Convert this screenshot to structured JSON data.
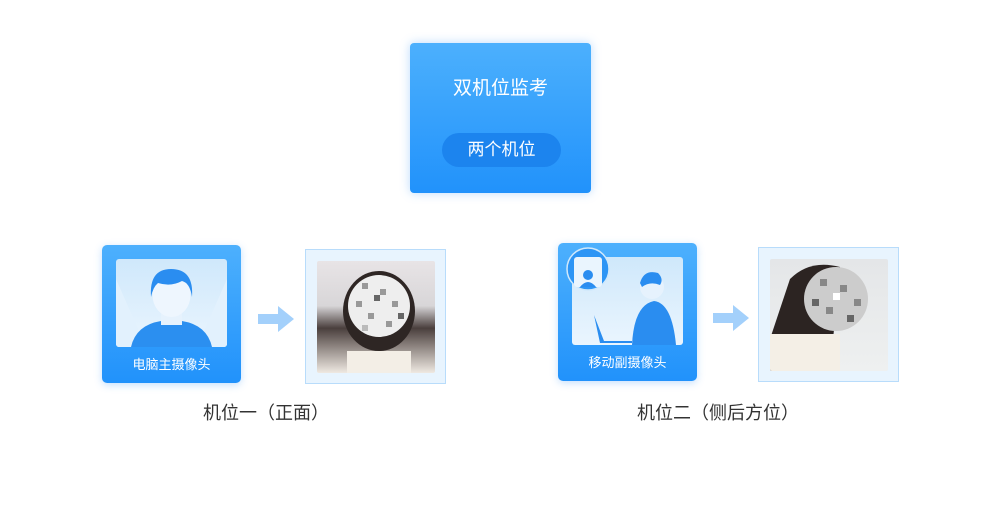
{
  "mode": {
    "title": "双机位监考",
    "badge": "两个机位"
  },
  "positions": [
    {
      "camera_label": "电脑主摄像头",
      "caption": "机位一（正面）"
    },
    {
      "camera_label": "移动副摄像头",
      "caption": "机位二（侧后方位）"
    }
  ],
  "colors": {
    "primary": "#2192fb",
    "pill": "#1c84ee",
    "arrow": "#a3d0fb",
    "frame_bg": "#e8f4fe"
  }
}
